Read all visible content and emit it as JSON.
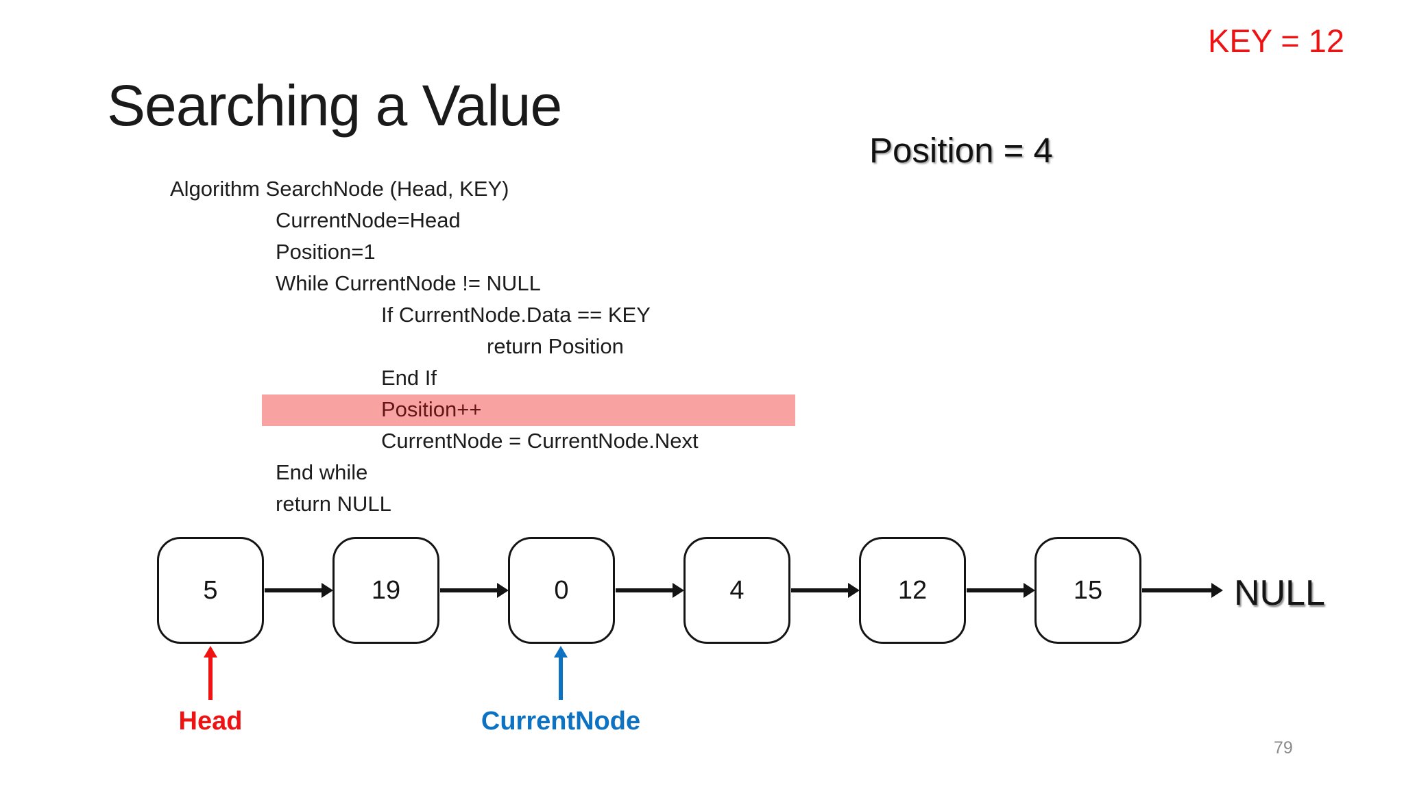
{
  "slide": {
    "key_annotation": "KEY = 12",
    "title": "Searching a Value",
    "position_annotation": "Position = 4",
    "page_number": "79"
  },
  "algorithm": {
    "lines": [
      {
        "text": "Algorithm SearchNode (Head, KEY)",
        "indent": 0,
        "highlighted": false
      },
      {
        "text": "CurrentNode=Head",
        "indent": 1,
        "highlighted": false
      },
      {
        "text": "Position=1",
        "indent": 1,
        "highlighted": false
      },
      {
        "text": "While CurrentNode != NULL",
        "indent": 1,
        "highlighted": false
      },
      {
        "text": "If CurrentNode.Data == KEY",
        "indent": 2,
        "highlighted": false
      },
      {
        "text": "return Position",
        "indent": 3,
        "highlighted": false
      },
      {
        "text": "End If",
        "indent": 2,
        "highlighted": false
      },
      {
        "text": "Position++",
        "indent": 2,
        "highlighted": true
      },
      {
        "text": "CurrentNode = CurrentNode.Next",
        "indent": 2,
        "highlighted": false
      },
      {
        "text": "End while",
        "indent": 1,
        "highlighted": false
      },
      {
        "text": "return NULL",
        "indent": 1,
        "highlighted": false
      }
    ]
  },
  "linked_list": {
    "node_values": [
      "5",
      "19",
      "0",
      "4",
      "12",
      "15"
    ],
    "terminator_label": "NULL",
    "head_pointer_label": "Head",
    "current_pointer_label": "CurrentNode",
    "head_points_to_node_index": 0,
    "current_points_to_node_index": 2
  },
  "colors": {
    "annotation_red": "#ee1212",
    "pointer_blue": "#0d72c2",
    "highlight_pink": "#f8a2a2",
    "highlight_text_maroon": "#641616",
    "node_border_black": "#141414",
    "page_number_gray": "#8a8a8a"
  }
}
